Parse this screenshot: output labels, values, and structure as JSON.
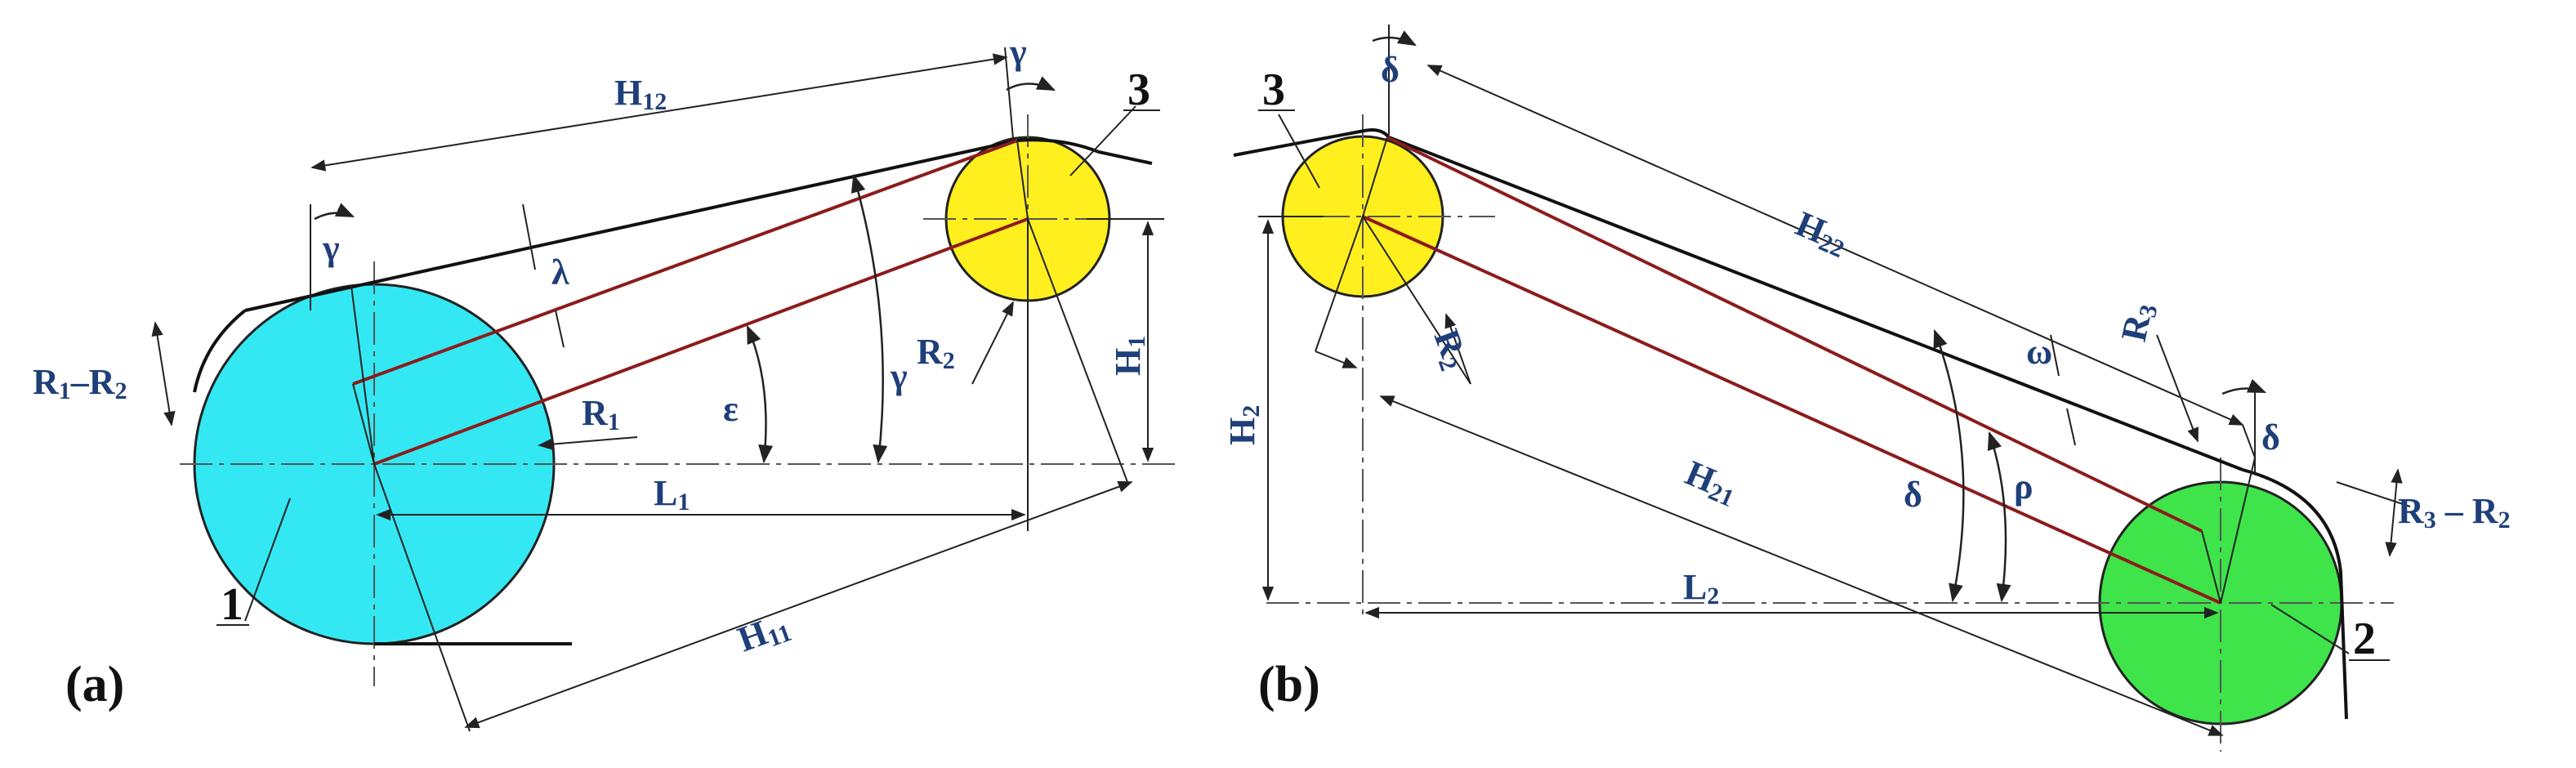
{
  "colors": {
    "pulley_1": "#33e8f2",
    "pulley_2": "#3fe34a",
    "pulley_3": "#ffef1f",
    "label": "#1f3f7a",
    "lines": "#8b1c1c"
  },
  "panel_a": {
    "tag": "(a)",
    "pulley_1_number": "1",
    "pulley_3_number": "3",
    "H12": {
      "main": "H",
      "sub": "12"
    },
    "H11": {
      "main": "H",
      "sub": "11"
    },
    "H1": {
      "main": "H",
      "sub": "1"
    },
    "L1": {
      "main": "L",
      "sub": "1"
    },
    "R1": {
      "main": "R",
      "sub": "1"
    },
    "R2": {
      "main": "R",
      "sub": "2"
    },
    "R1R2": {
      "a": "R",
      "a_sub": "1",
      "dash": "–",
      "b": "R",
      "b_sub": "2"
    },
    "gamma": "γ",
    "lambda": "λ",
    "epsilon": "ε"
  },
  "panel_b": {
    "tag": "(b)",
    "pulley_3_number": "3",
    "pulley_2_number": "2",
    "H22": {
      "main": "H",
      "sub": "22"
    },
    "H21": {
      "main": "H",
      "sub": "21"
    },
    "H2": {
      "main": "H",
      "sub": "2"
    },
    "L2": {
      "main": "L",
      "sub": "2"
    },
    "R2": {
      "main": "R",
      "sub": "2"
    },
    "R3": {
      "main": "R",
      "sub": "3"
    },
    "R3R2": {
      "a": "R",
      "a_sub": "3",
      "dash": "–",
      "b": "R",
      "b_sub": "2"
    },
    "delta": "δ",
    "omega": "ω",
    "rho": "ρ"
  }
}
